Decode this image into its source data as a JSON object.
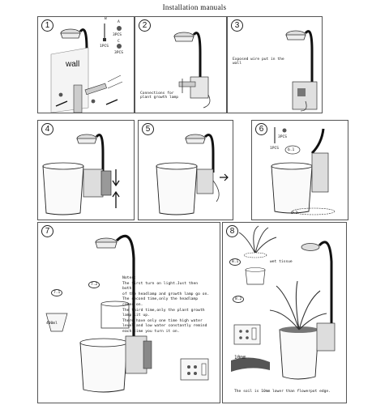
{
  "title": "Installation manuals",
  "panels": [
    {
      "num": "1",
      "wall": "wall",
      "parts": [
        "A",
        "B",
        "C"
      ],
      "part_labels": [
        "3PCS",
        "1PCS",
        "3PCS"
      ]
    },
    {
      "num": "2",
      "connection": "Connections for plant growth lamp"
    },
    {
      "num": "3",
      "exposed": "Exposed wire put in the wall"
    },
    {
      "num": "4"
    },
    {
      "num": "5"
    },
    {
      "num": "6",
      "screws": "3PCS",
      "screw_b": "1PCS",
      "sub1": "6.1",
      "sub2": "6.2"
    },
    {
      "num": "7",
      "sub1": "7.1",
      "sub2": "7.2",
      "volume": "400ml"
    },
    {
      "num": "8",
      "sub1": "8.1",
      "sub2": "8.2",
      "tissue": "wet tissue",
      "depth": "10mm",
      "soil_note": "The soil is 10mm lower than flowerpot edge."
    }
  ],
  "notes": {
    "heading": "Notes:",
    "lines": [
      "The first turn on light.Just then",
      "both",
      "of the headlamp and growth lamp go on.",
      "The second time,only the headlamp",
      "comes on.",
      "The third time,only the plant growth",
      "lamp lit up.",
      "There have only one time high water",
      "level and low water constantly remind",
      "each time you turn it on."
    ]
  }
}
